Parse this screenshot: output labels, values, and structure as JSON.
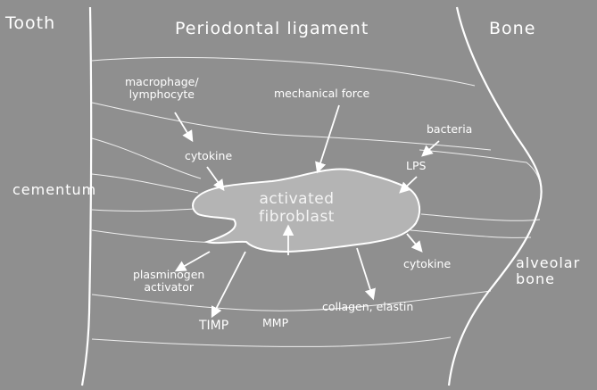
{
  "regions": {
    "tooth": "Tooth",
    "periodontal_ligament": "Periodontal ligament",
    "bone": "Bone",
    "cementum": "cementum",
    "alveolar_bone": "alveolar\nbone"
  },
  "cell": {
    "label": "activated\nfibroblast",
    "fill_color": "#b4b4b4"
  },
  "stimuli": {
    "macrophage_lymphocyte": "macrophage/\nlymphocyte",
    "cytokine_in": "cytokine",
    "mechanical_force": "mechanical force",
    "bacteria": "bacteria",
    "lps": "LPS"
  },
  "products": {
    "plasminogen_activator": "plasminogen\nactivator",
    "timp": "TIMP",
    "mmp": "MMP",
    "collagen_elastin": "collagen, elastin",
    "cytokine_out": "cytokine"
  },
  "colors": {
    "background": "#8f8f8f",
    "lines": "#ffffff",
    "text": "#ffffff"
  }
}
